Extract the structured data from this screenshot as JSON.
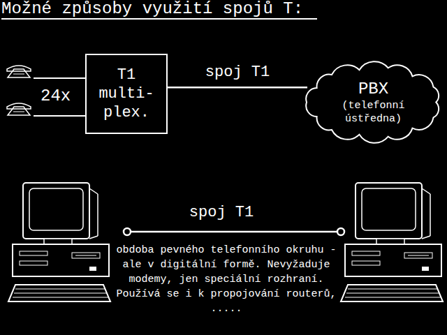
{
  "diagram": {
    "title": "Možné způsoby využití spojů T:",
    "nodes": [
      {
        "text": [
          "T1 multi- plex."
        ]
      },
      {
        "text": [
          "PBX",
          "(telefonní ústředna)"
        ]
      }
    ],
    "edges": [
      {
        "from": 0,
        "to": 1,
        "label": "spoj T1",
        "arrow": "none"
      }
    ],
    "labels": [
      "24x",
      "spoj T1",
      "obdoba pevného telefonního okruhu - ale v digitální formě. Nevyžaduje modemy, jen speciální rozhraní. Používá se i k propojování routerů, ....."
    ]
  }
}
